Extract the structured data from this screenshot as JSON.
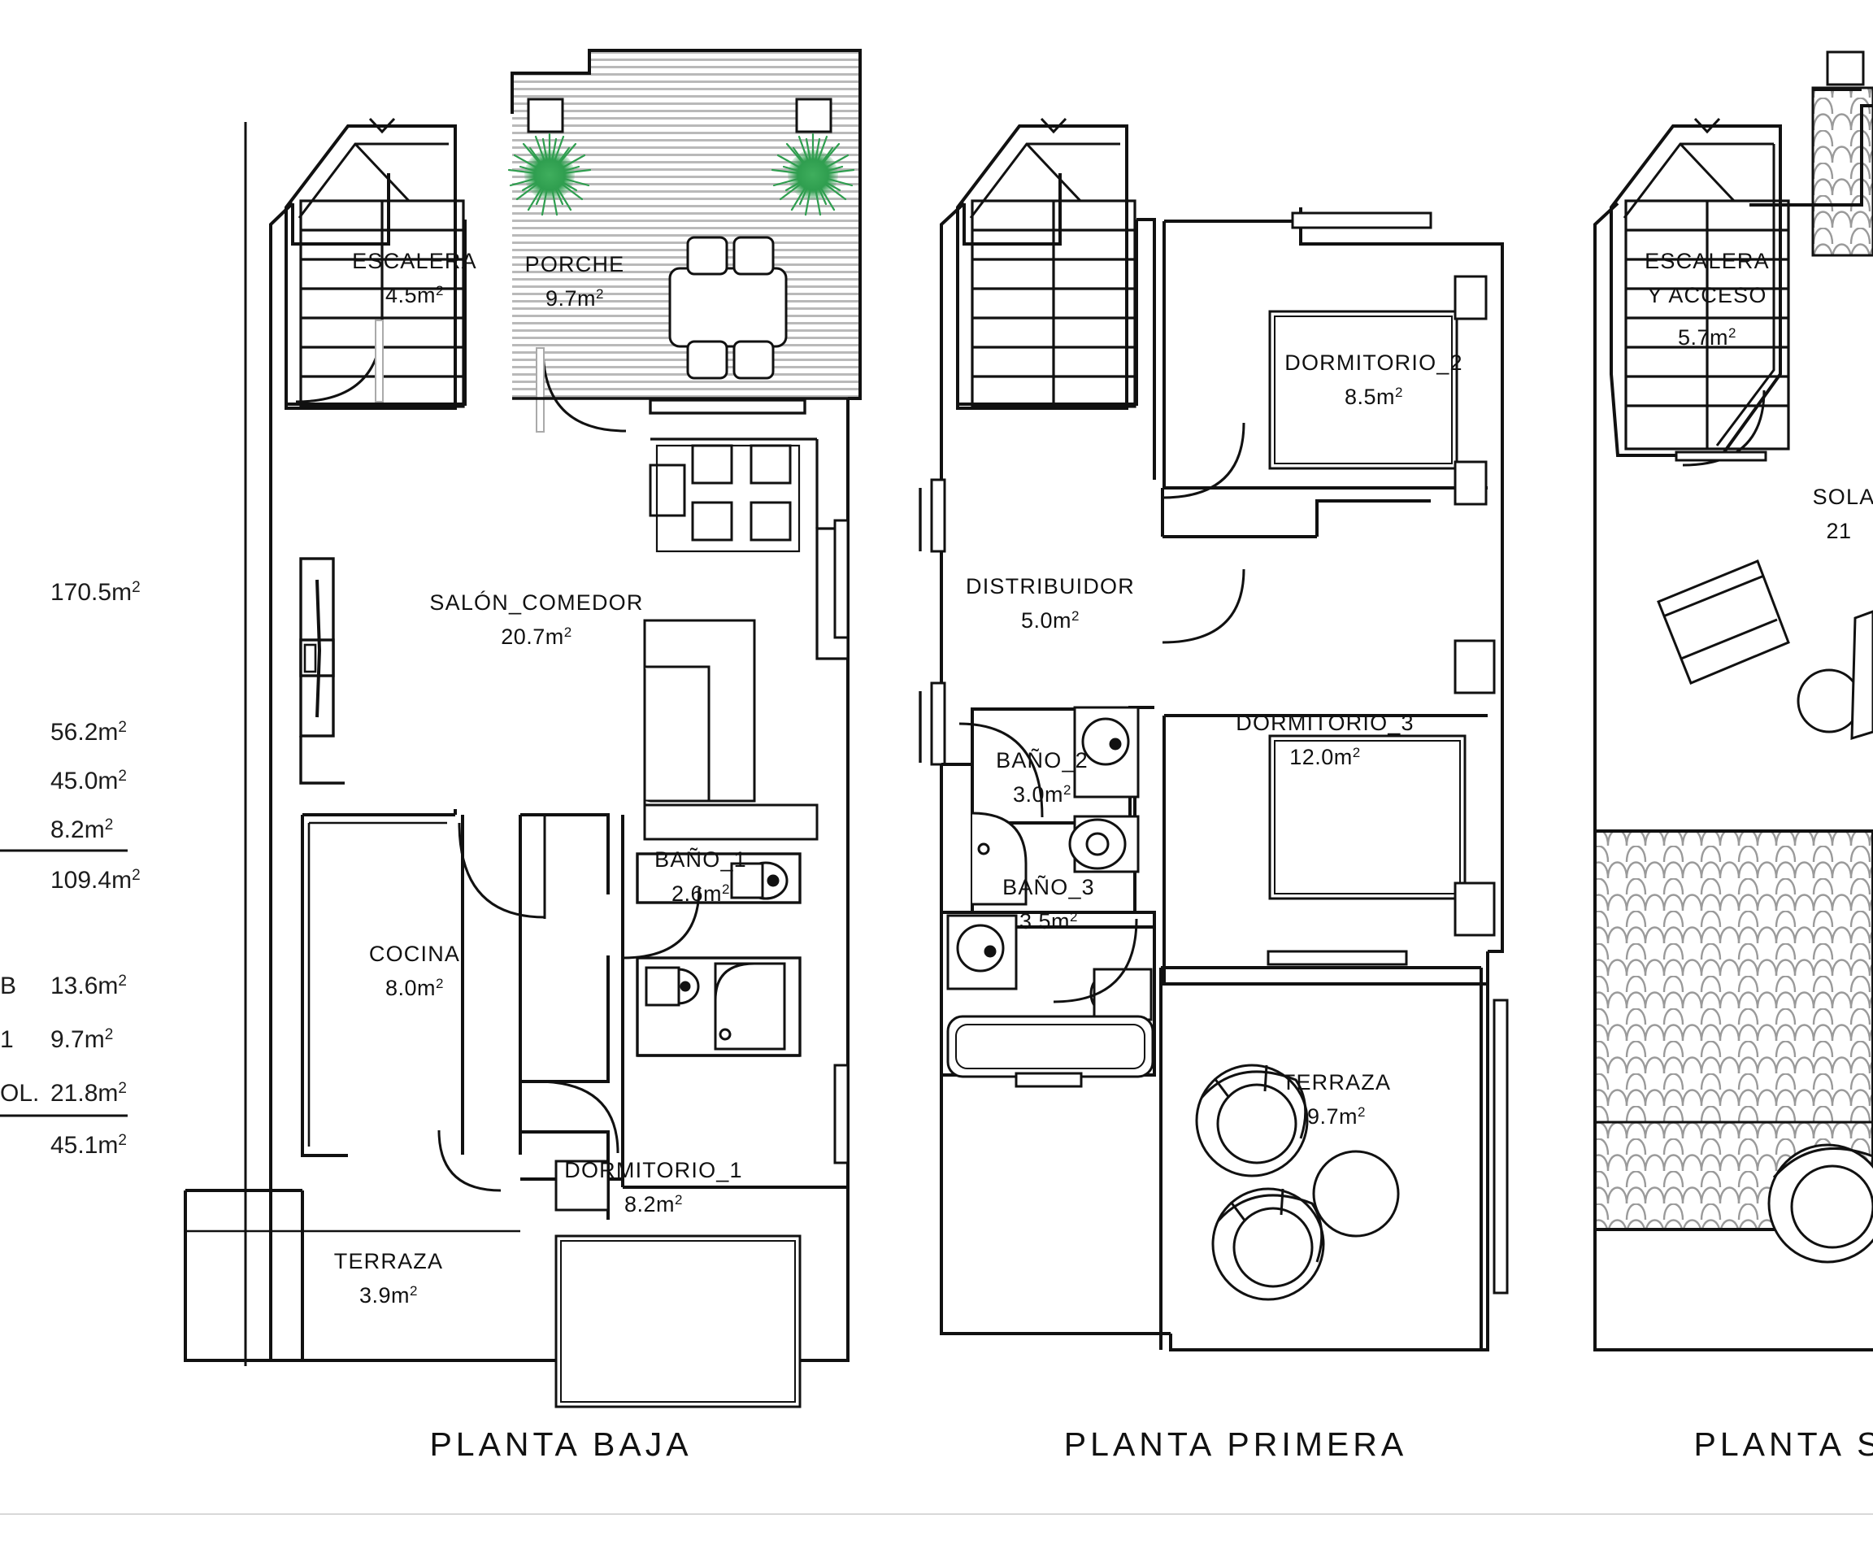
{
  "sheet": {
    "background": "#ffffff",
    "ink": "#111111",
    "plant_green": "#2f9e4f",
    "hatch_gray": "#bdbdbd"
  },
  "area_table": {
    "rows": [
      {
        "label": "",
        "value": "170.5m",
        "sup": "2",
        "rule_after": false
      },
      {
        "label": "",
        "value": "56.2m",
        "sup": "2",
        "rule_after": false
      },
      {
        "label": "",
        "value": "45.0m",
        "sup": "2",
        "rule_after": false
      },
      {
        "label": "",
        "value": "8.2m",
        "sup": "2",
        "rule_after": true
      },
      {
        "label": "",
        "value": "109.4m",
        "sup": "2",
        "rule_after": false
      },
      {
        "label": "B",
        "value": "13.6m",
        "sup": "2",
        "rule_after": false
      },
      {
        "label": "1",
        "value": "9.7m",
        "sup": "2",
        "rule_after": false
      },
      {
        "label": "OL.",
        "value": "21.8m",
        "sup": "2",
        "rule_after": true
      },
      {
        "label": "",
        "value": "45.1m",
        "sup": "2",
        "rule_after": false
      }
    ]
  },
  "plans": [
    {
      "id": "planta-baja",
      "title": "PLANTA  BAJA",
      "rooms": [
        {
          "name": "ESCALERA",
          "area": "4.5m",
          "sup": "2"
        },
        {
          "name": "PORCHE",
          "area": "9.7m",
          "sup": "2"
        },
        {
          "name": "SALÓN_COMEDOR",
          "area": "20.7m",
          "sup": "2"
        },
        {
          "name": "BAÑO_1",
          "area": "2.6m",
          "sup": "2"
        },
        {
          "name": "COCINA",
          "area": "8.0m",
          "sup": "2"
        },
        {
          "name": "DORMITORIO_1",
          "area": "8.2m",
          "sup": "2"
        },
        {
          "name": "TERRAZA",
          "area": "3.9m",
          "sup": "2"
        }
      ]
    },
    {
      "id": "planta-primera",
      "title": "PLANTA  PRIMERA",
      "rooms": [
        {
          "name": "DORMITORIO_2",
          "area": "8.5m",
          "sup": "2"
        },
        {
          "name": "DISTRIBUIDOR",
          "area": "5.0m",
          "sup": "2"
        },
        {
          "name": "BAÑO_2",
          "area": "3.0m",
          "sup": "2"
        },
        {
          "name": "DORMITORIO_3",
          "area": "12.0m",
          "sup": "2"
        },
        {
          "name": "BAÑO_3",
          "area": "3.5m",
          "sup": "2"
        },
        {
          "name": "TERRAZA",
          "area": "9.7m",
          "sup": "2"
        }
      ]
    },
    {
      "id": "planta-solarium",
      "title": "PLANTA  S",
      "rooms": [
        {
          "name": "ESCALERA",
          "line2": "Y  ACCESO",
          "area": "5.7m",
          "sup": "2"
        },
        {
          "name": "SOLA",
          "area": "21",
          "sup": ""
        }
      ]
    }
  ]
}
